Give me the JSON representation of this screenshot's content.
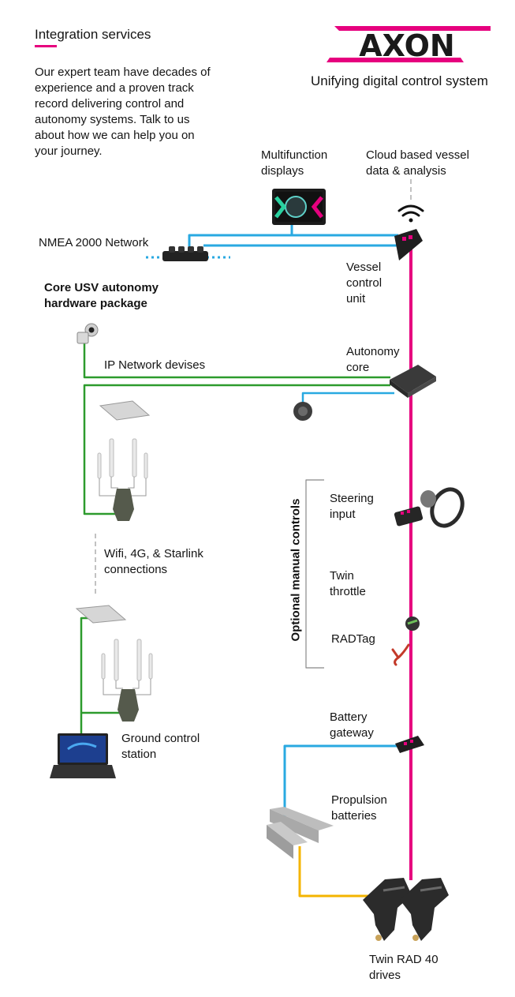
{
  "header": {
    "heading": "Integration services",
    "intro": "Our expert team have decades of experience and a proven track record delivering control and autonomy systems. Talk to us about how we can help you on your journey.",
    "logo_text": "AXON",
    "tagline": "Unifying digital control system"
  },
  "labels": {
    "multifunction_displays": "Multifunction\ndisplays",
    "cloud": "Cloud based vessel\ndata & analysis",
    "nmea": "NMEA 2000 Network",
    "vessel_control_unit": "Vessel\ncontrol\nunit",
    "core_package": "Core USV autonomy\nhardware package",
    "ip_network": "IP Network devises",
    "autonomy_core": "Autonomy\ncore",
    "optional_manual": "Optional manual controls",
    "steering_input": "Steering\ninput",
    "twin_throttle": "Twin\nthrottle",
    "radtag": "RADTag",
    "wifi_connections": "Wifi, 4G, & Starlink\nconnections",
    "ground_control": "Ground control\nstation",
    "battery_gateway": "Battery\ngateway",
    "propulsion_batteries": "Propulsion\nbatteries",
    "twin_drives": "Twin RAD 40\ndrives"
  },
  "icons": {
    "display": "display-icon",
    "wifi": "wifi-icon",
    "nmea_hub": "nmea-hub-icon",
    "control_unit": "control-unit-icon",
    "camera": "camera-icon",
    "autonomy_box": "autonomy-box-icon",
    "sensor": "sensor-icon",
    "starlink": "starlink-icon",
    "antenna": "antenna-icon",
    "router": "router-icon",
    "steering": "steering-wheel-icon",
    "throttle": "throttle-icon",
    "radtag": "radtag-icon",
    "laptop": "laptop-icon",
    "battery_gateway": "battery-gateway-icon",
    "battery": "battery-icon",
    "drive": "outboard-drive-icon"
  },
  "colors": {
    "brand_magenta": "#e6007e",
    "can_blue": "#29a9e1",
    "ip_green": "#2d9b2d",
    "power_orange": "#f4b400",
    "logo_black": "#1a1a1a"
  }
}
